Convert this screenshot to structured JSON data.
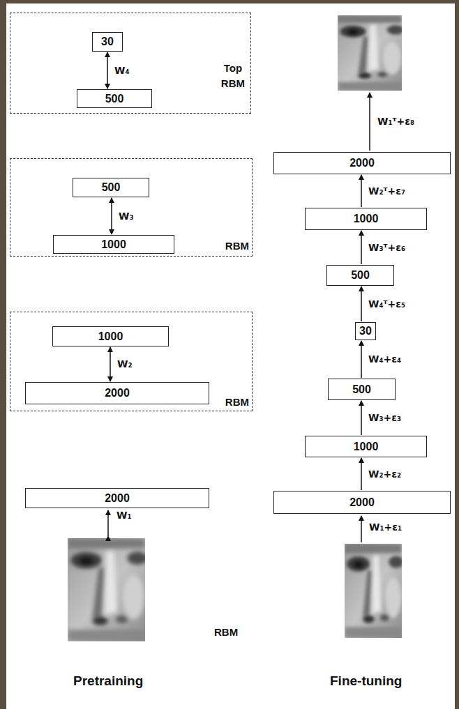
{
  "diagram": {
    "nodes": [
      {
        "text": [
          "Top RBM"
        ]
      },
      {
        "text": [
          "30"
        ],
        "in": 0
      },
      {
        "text": [
          "500"
        ],
        "in": 0
      },
      {
        "text": [
          "RBM"
        ]
      },
      {
        "text": [
          "500"
        ],
        "in": 3
      },
      {
        "text": [
          "1000"
        ],
        "in": 3
      },
      {
        "text": [
          "RBM"
        ]
      },
      {
        "text": [
          "1000"
        ],
        "in": 6
      },
      {
        "text": [
          "2000"
        ],
        "in": 6
      },
      {
        "text": [
          "2000"
        ]
      },
      {
        "text": [
          "2000"
        ]
      },
      {
        "text": [
          "1000"
        ]
      },
      {
        "text": [
          "500"
        ]
      },
      {
        "text": [
          "30"
        ]
      },
      {
        "text": [
          "500"
        ]
      },
      {
        "text": [
          "1000"
        ]
      },
      {
        "text": [
          "2000"
        ]
      }
    ],
    "edges": [
      {
        "from": 2,
        "to": 1,
        "label": "W₄",
        "arrow": "both"
      },
      {
        "from": 5,
        "to": 4,
        "label": "W₃",
        "arrow": "both"
      },
      {
        "from": 8,
        "to": 7,
        "label": "W₂",
        "arrow": "both"
      },
      {
        "from": 16,
        "to": 15,
        "label": "W₂+ε₂",
        "arrow": "to"
      },
      {
        "from": 15,
        "to": 14,
        "label": "W₃+ε₃",
        "arrow": "to"
      },
      {
        "from": 14,
        "to": 13,
        "label": "W₄+ε₄",
        "arrow": "to"
      },
      {
        "from": 13,
        "to": 12,
        "label": "W₄ᵀ+ε₅",
        "arrow": "to"
      },
      {
        "from": 12,
        "to": 11,
        "label": "W₃ᵀ+ε₆",
        "arrow": "to"
      },
      {
        "from": 11,
        "to": 10,
        "label": "W₂ᵀ+ε₇",
        "arrow": "to"
      }
    ],
    "labels": [
      "W₁",
      "RBM",
      "Pretraining",
      "W₁ᵀ+ε₈",
      "W₁+ε₁",
      "Fine-tuning"
    ]
  }
}
